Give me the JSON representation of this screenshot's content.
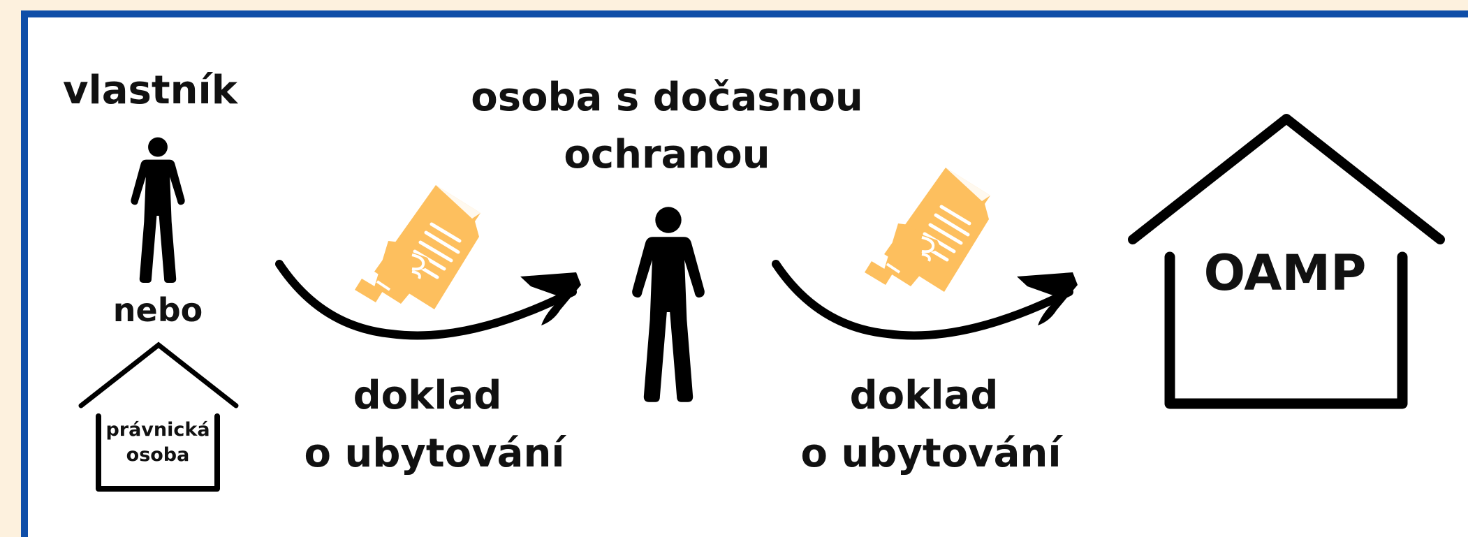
{
  "owner_label": "vlastník",
  "or_label": "nebo",
  "legal_entity_label": [
    "právnická",
    "osoba"
  ],
  "protected_person_label": [
    "osoba s dočasnou",
    "ochranou"
  ],
  "document_label_1": [
    "doklad",
    "o ubytování"
  ],
  "document_label_2": [
    "doklad",
    "o ubytování"
  ],
  "oamp_label": "OAMP",
  "colors": {
    "border": "#0f4ea8",
    "background": "#fdf1de",
    "document": "#fdbf5e",
    "ink": "#000000"
  }
}
